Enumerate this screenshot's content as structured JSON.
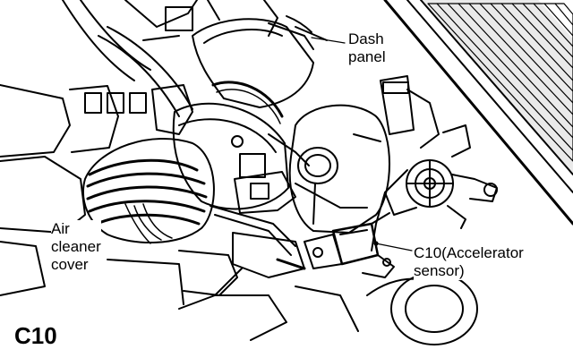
{
  "labels": {
    "dash_panel": [
      "Dash",
      "panel"
    ],
    "air_cleaner_cover": [
      "Air",
      "cleaner",
      "cover"
    ],
    "c10_sensor": [
      "C10(Accelerator",
      "sensor)"
    ]
  },
  "figure_id": "C10",
  "colors": {
    "ink": "#000000",
    "paper": "#ffffff"
  }
}
